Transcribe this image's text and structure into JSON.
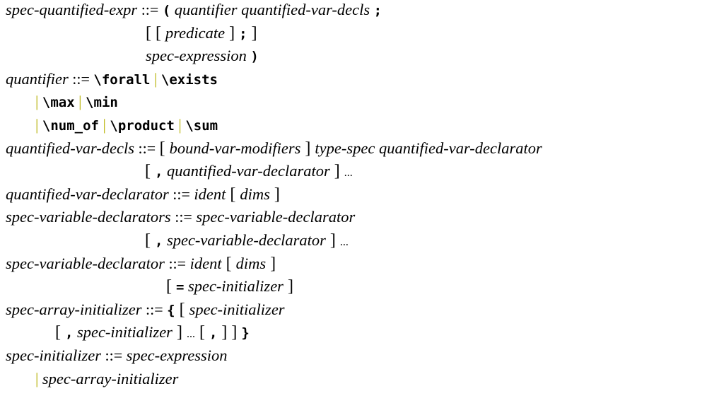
{
  "rules": [
    {
      "indent": 8,
      "parts": [
        {
          "t": "nt",
          "v": "spec-quantified-expr"
        },
        {
          "t": "op",
          "v": " ::= "
        },
        {
          "t": "lit",
          "v": "("
        },
        {
          "t": "op",
          "v": " "
        },
        {
          "t": "nt",
          "v": "quantifier quantified-var-decls"
        },
        {
          "t": "op",
          "v": " "
        },
        {
          "t": "lit",
          "v": ";"
        }
      ]
    },
    {
      "indent": 206,
      "parts": [
        {
          "t": "br",
          "v": "[ [ "
        },
        {
          "t": "nt",
          "v": "predicate"
        },
        {
          "t": "br",
          "v": " ] "
        },
        {
          "t": "lit",
          "v": ";"
        },
        {
          "t": "br",
          "v": " ]"
        }
      ]
    },
    {
      "indent": 206,
      "parts": [
        {
          "t": "nt",
          "v": "spec-expression"
        },
        {
          "t": "op",
          "v": " "
        },
        {
          "t": "lit",
          "v": ")"
        }
      ]
    },
    {
      "indent": 8,
      "parts": [
        {
          "t": "nt",
          "v": "quantifier"
        },
        {
          "t": "op",
          "v": " ::= "
        },
        {
          "t": "lit",
          "v": "\\forall"
        },
        {
          "t": "bar",
          "v": " | "
        },
        {
          "t": "lit",
          "v": "\\exists"
        }
      ]
    },
    {
      "indent": 50,
      "parts": [
        {
          "t": "bar",
          "v": "| "
        },
        {
          "t": "lit",
          "v": "\\max"
        },
        {
          "t": "bar",
          "v": " | "
        },
        {
          "t": "lit",
          "v": "\\min"
        }
      ]
    },
    {
      "indent": 50,
      "parts": [
        {
          "t": "bar",
          "v": "| "
        },
        {
          "t": "lit",
          "v": "\\num_of"
        },
        {
          "t": "bar",
          "v": " | "
        },
        {
          "t": "lit",
          "v": "\\product"
        },
        {
          "t": "bar",
          "v": " | "
        },
        {
          "t": "lit",
          "v": "\\sum"
        }
      ]
    },
    {
      "indent": 8,
      "parts": [
        {
          "t": "nt",
          "v": "quantified-var-decls"
        },
        {
          "t": "op",
          "v": " ::= "
        },
        {
          "t": "br",
          "v": "[ "
        },
        {
          "t": "nt",
          "v": "bound-var-modifiers"
        },
        {
          "t": "br",
          "v": " ] "
        },
        {
          "t": "nt",
          "v": "type-spec quantified-var-declarator"
        }
      ]
    },
    {
      "indent": 205,
      "parts": [
        {
          "t": "br",
          "v": "[ "
        },
        {
          "t": "lit",
          "v": ","
        },
        {
          "t": "op",
          "v": " "
        },
        {
          "t": "nt",
          "v": "quantified-var-declarator"
        },
        {
          "t": "br",
          "v": " ] "
        },
        {
          "t": "ell",
          "v": "..."
        }
      ]
    },
    {
      "indent": 8,
      "parts": [
        {
          "t": "nt",
          "v": "quantified-var-declarator"
        },
        {
          "t": "op",
          "v": " ::= "
        },
        {
          "t": "nt",
          "v": "ident"
        },
        {
          "t": "br",
          "v": " [ "
        },
        {
          "t": "nt",
          "v": "dims"
        },
        {
          "t": "br",
          "v": " ]"
        }
      ]
    },
    {
      "indent": 8,
      "parts": [
        {
          "t": "nt",
          "v": "spec-variable-declarators"
        },
        {
          "t": "op",
          "v": " ::= "
        },
        {
          "t": "nt",
          "v": "spec-variable-declarator"
        }
      ]
    },
    {
      "indent": 205,
      "parts": [
        {
          "t": "br",
          "v": "[ "
        },
        {
          "t": "lit",
          "v": ","
        },
        {
          "t": "op",
          "v": " "
        },
        {
          "t": "nt",
          "v": "spec-variable-declarator"
        },
        {
          "t": "br",
          "v": " ] "
        },
        {
          "t": "ell",
          "v": "..."
        }
      ]
    },
    {
      "indent": 8,
      "parts": [
        {
          "t": "nt",
          "v": "spec-variable-declarator"
        },
        {
          "t": "op",
          "v": " ::= "
        },
        {
          "t": "nt",
          "v": "ident"
        },
        {
          "t": "br",
          "v": " [ "
        },
        {
          "t": "nt",
          "v": "dims"
        },
        {
          "t": "br",
          "v": " ]"
        }
      ]
    },
    {
      "indent": 235,
      "parts": [
        {
          "t": "br",
          "v": "[ "
        },
        {
          "t": "lit",
          "v": "="
        },
        {
          "t": "op",
          "v": " "
        },
        {
          "t": "nt",
          "v": "spec-initializer"
        },
        {
          "t": "br",
          "v": " ]"
        }
      ]
    },
    {
      "indent": 8,
      "parts": [
        {
          "t": "nt",
          "v": "spec-array-initializer"
        },
        {
          "t": "op",
          "v": " ::= "
        },
        {
          "t": "lit",
          "v": "{"
        },
        {
          "t": "br",
          "v": " [ "
        },
        {
          "t": "nt",
          "v": "spec-initializer"
        }
      ]
    },
    {
      "indent": 78,
      "parts": [
        {
          "t": "br",
          "v": "[ "
        },
        {
          "t": "lit",
          "v": ","
        },
        {
          "t": "op",
          "v": " "
        },
        {
          "t": "nt",
          "v": "spec-initializer"
        },
        {
          "t": "br",
          "v": " ] "
        },
        {
          "t": "ell",
          "v": "..."
        },
        {
          "t": "br",
          "v": " [ "
        },
        {
          "t": "lit",
          "v": ","
        },
        {
          "t": "br",
          "v": " ] ] "
        },
        {
          "t": "lit",
          "v": "}"
        }
      ]
    },
    {
      "indent": 8,
      "parts": [
        {
          "t": "nt",
          "v": "spec-initializer"
        },
        {
          "t": "op",
          "v": " ::= "
        },
        {
          "t": "nt",
          "v": "spec-expression"
        }
      ]
    },
    {
      "indent": 50,
      "parts": [
        {
          "t": "bar",
          "v": "| "
        },
        {
          "t": "nt",
          "v": "spec-array-initializer"
        }
      ]
    }
  ],
  "colors": {
    "text": "#000000",
    "alternative_bar": "#b5b000",
    "background": "#ffffff"
  }
}
